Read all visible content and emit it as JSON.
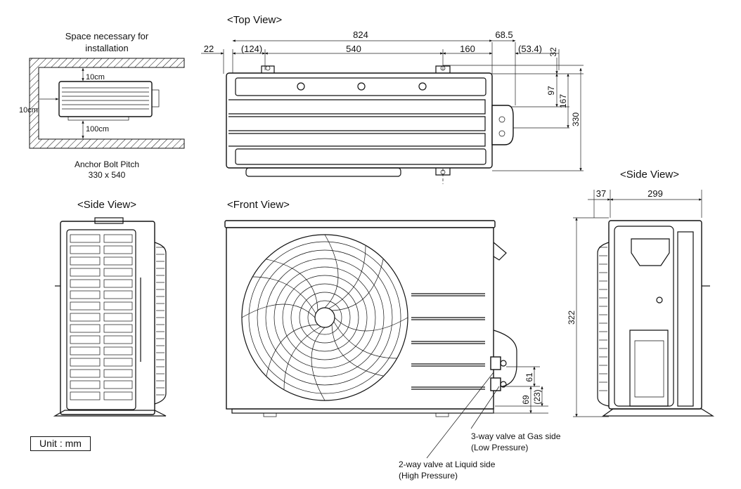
{
  "views": {
    "top": "<Top View>",
    "front": "<Front View>",
    "side_left": "<Side View>",
    "side_right": "<Side View>"
  },
  "installation": {
    "title_line1": "Space necessary for",
    "title_line2": "installation",
    "clear_top": "10cm",
    "clear_left": "10cm",
    "clear_front": "100cm",
    "anchor_line1": "Anchor Bolt Pitch",
    "anchor_line2": "330 x 540"
  },
  "top_dims": {
    "overall_width": "824",
    "right_ext": "68.5",
    "left_offset": "22",
    "left_to_bolt": "(124)",
    "bolt_pitch": "540",
    "bolt_to_valve": "160",
    "valve_ext": "(53.4)",
    "top_offset": "32",
    "valve_from_top": "97",
    "valve_height": "167",
    "depth": "330"
  },
  "front_dims": {
    "valve_gap": "61",
    "valve_bottom": "69",
    "base_offset": "(23)"
  },
  "side_dims": {
    "height": "322",
    "fan_protrusion": "37",
    "depth": "299"
  },
  "callouts": {
    "gas_line1": "3-way valve at Gas side",
    "gas_line2": "(Low Pressure)",
    "liquid_line1": "2-way valve at Liquid side",
    "liquid_line2": "(High Pressure)"
  },
  "unit_label": "Unit : mm"
}
